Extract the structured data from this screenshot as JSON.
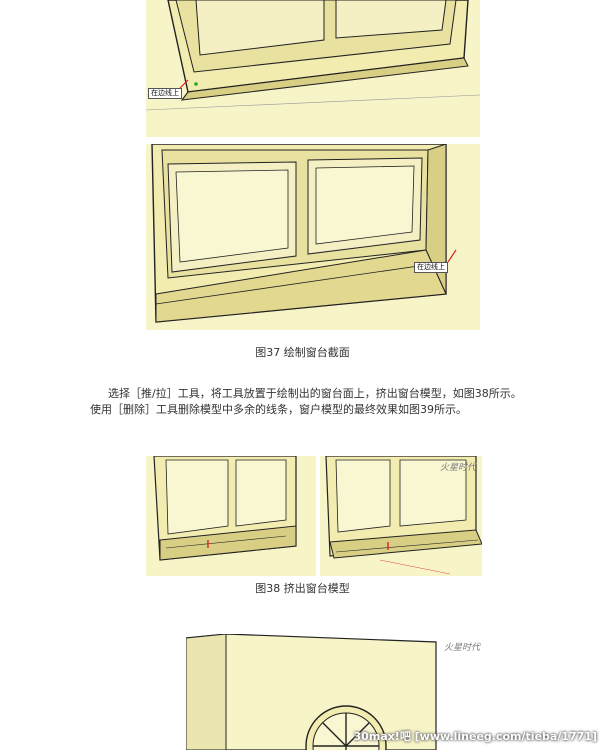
{
  "figure37": {
    "label_top": "在边线上",
    "label_bottom": "在边线上",
    "caption": "图37 绘制窗台截面"
  },
  "paragraph": {
    "line1": "选择［推/拉］工具，将工具放置于绘制出的窗台面上，挤出窗台模型，如图38所示。",
    "line2": "使用［删除］工具删除模型中多余的线条，窗户模型的最终效果如图39所示。"
  },
  "figure38": {
    "caption": "图38 挤出窗台模型",
    "watermark": "火星时代"
  },
  "figure39": {
    "watermark": "火星时代"
  },
  "footer_watermark": "30max!吧 [www.lineeg.com/tieba/1771]",
  "colors": {
    "wall": "#f7f4c8",
    "frame": "#f2ecb0",
    "shadow": "#d8cf84",
    "edge": "#222222"
  }
}
